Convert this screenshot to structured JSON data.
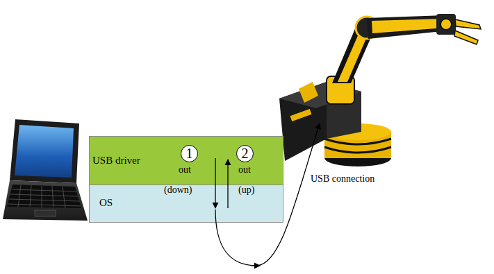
{
  "diagram": {
    "nodes": [
      {
        "text": [
          "USB driver"
        ]
      },
      {
        "text": [
          "1"
        ],
        "in": 0
      },
      {
        "text": [
          "2"
        ],
        "in": 0
      },
      {
        "text": [
          "OS"
        ]
      }
    ],
    "labels": [
      "out",
      "out",
      "(down)",
      "(up)",
      "USB connection"
    ]
  }
}
